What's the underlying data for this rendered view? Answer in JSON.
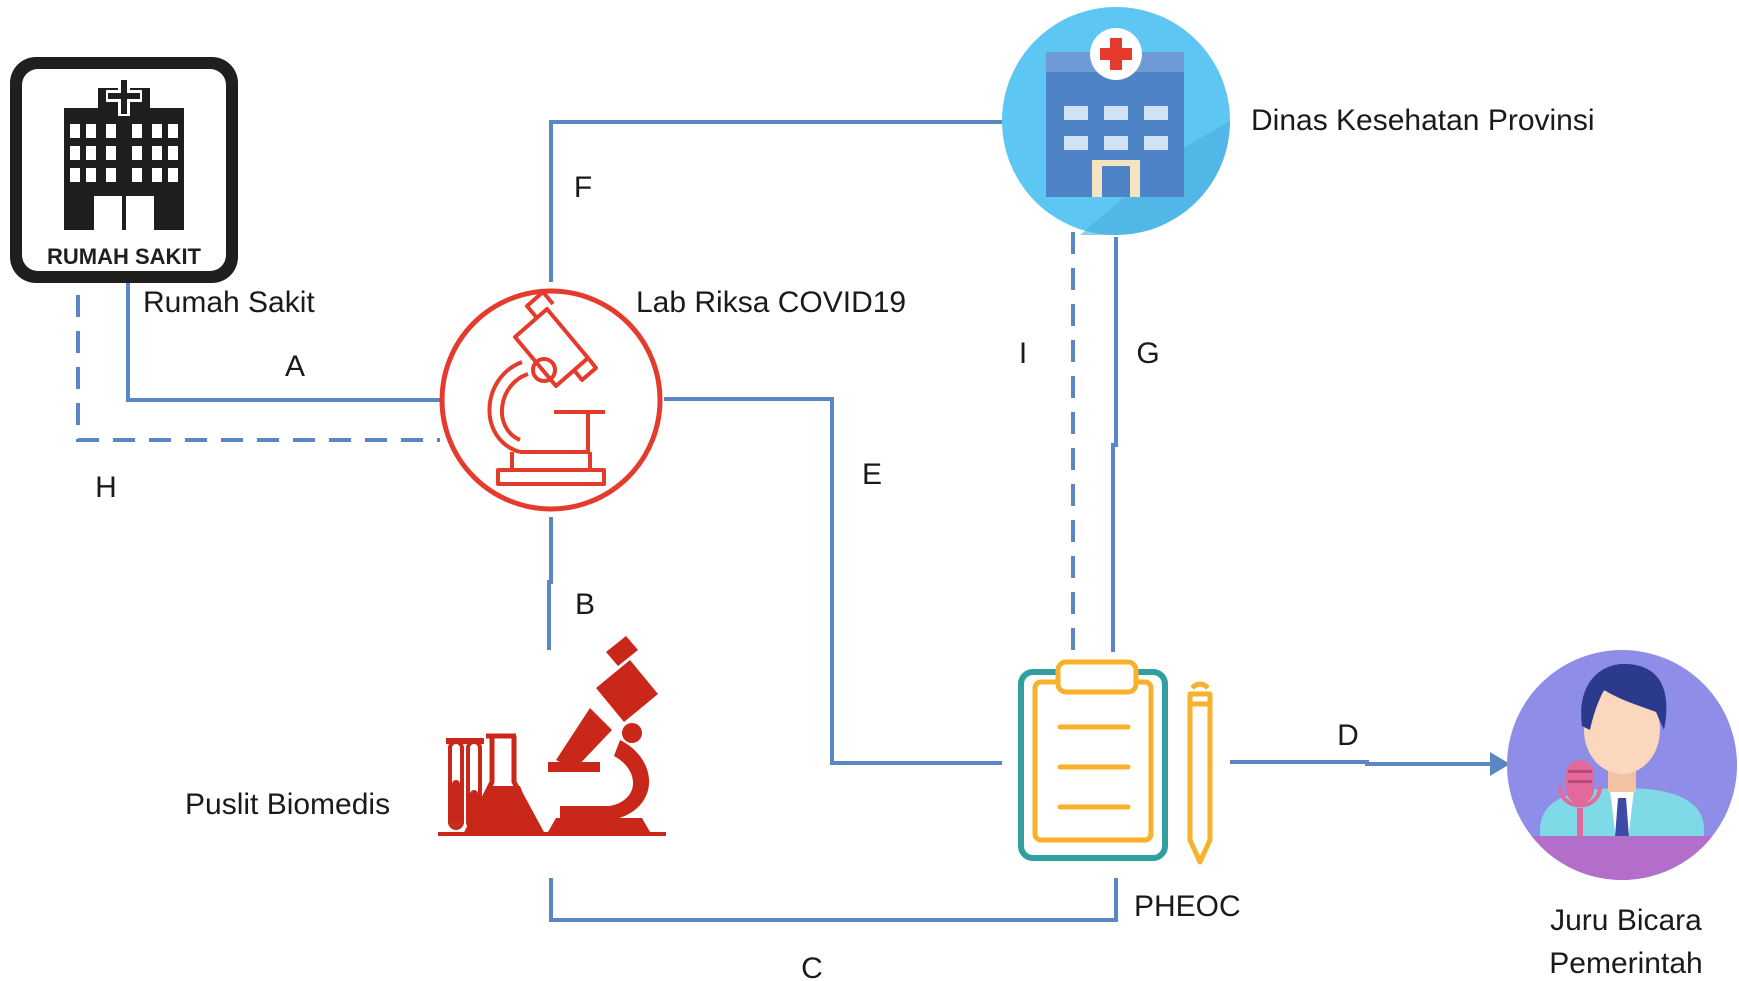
{
  "nodes": {
    "rumah_sakit": {
      "label": "Rumah Sakit",
      "sign_text": "RUMAH SAKIT",
      "icon": "hospital-sign-icon"
    },
    "lab": {
      "label": "Lab Riksa COVID19",
      "icon": "microscope-icon"
    },
    "dinkes": {
      "label": "Dinas Kesehatan Provinsi",
      "icon": "hospital-building-icon"
    },
    "puslit": {
      "label": "Puslit Biomedis",
      "icon": "lab-equipment-icon"
    },
    "pheoc": {
      "label": "PHEOC",
      "icon": "clipboard-icon"
    },
    "juru": {
      "label_line1": "Juru Bicara",
      "label_line2": "Pemerintah",
      "icon": "spokesperson-icon"
    }
  },
  "edges": {
    "a": "A",
    "b": "B",
    "c": "C",
    "d": "D",
    "e": "E",
    "f": "F",
    "g": "G",
    "h": "H",
    "i": "I"
  },
  "colors": {
    "connector": "#5b86c4",
    "lab_red": "#e53b2c",
    "puslit_red": "#c8271a",
    "clipboard_orange": "#f7b12b",
    "clipboard_teal": "#2f9fa0",
    "dinkes_circle": "#5ec6f2",
    "juru_circle": "#8e8ee8"
  }
}
